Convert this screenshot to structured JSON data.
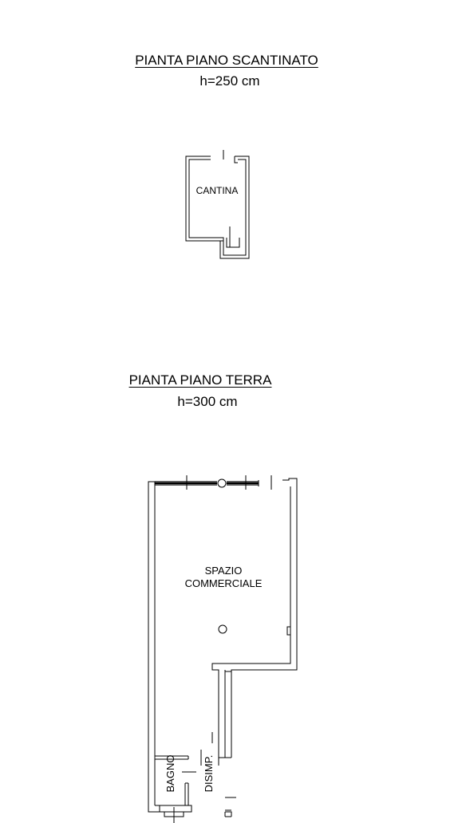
{
  "basement": {
    "title": "PIANTA PIANO SCANTINATO",
    "height": "h=250 cm",
    "rooms": {
      "cantina": "CANTINA"
    }
  },
  "ground": {
    "title": "PIANTA PIANO TERRA",
    "height": "h=300 cm",
    "rooms": {
      "commercial_line1": "SPAZIO",
      "commercial_line2": "COMMERCIALE",
      "bathroom": "BAGNO",
      "hallway": "DISIMP."
    }
  },
  "colors": {
    "line": "#000000",
    "background": "#ffffff"
  }
}
